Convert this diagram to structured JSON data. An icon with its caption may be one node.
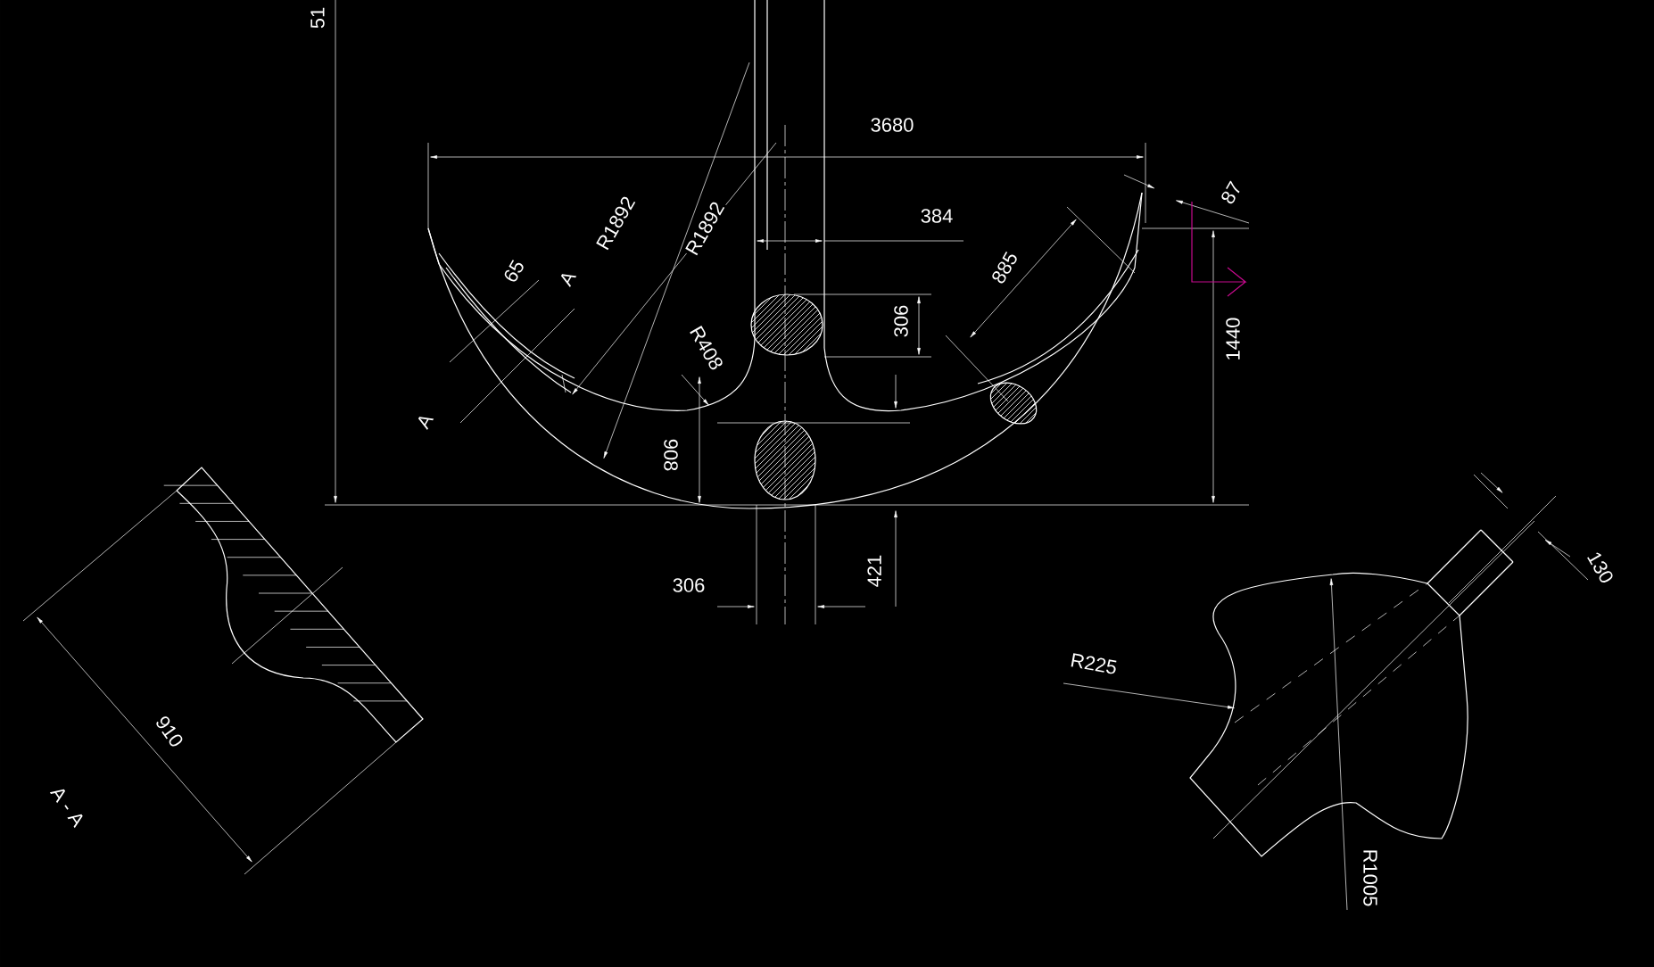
{
  "diagram": {
    "labels": [
      "51",
      "3680",
      "87",
      "384",
      "R1892",
      "R1892",
      "65",
      "A",
      "885",
      "306",
      "R408",
      "1440",
      "A",
      "908",
      "306",
      "421",
      "130",
      "R225",
      "910",
      "A - A",
      "R1005"
    ]
  }
}
